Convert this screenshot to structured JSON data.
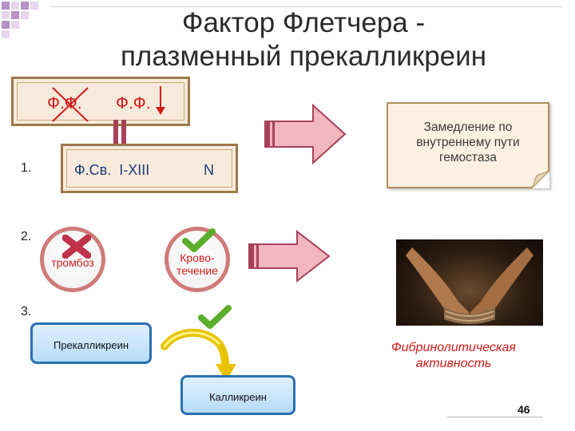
{
  "slide": {
    "title_line1": "Фактор Флетчера -",
    "title_line2": "плазменный прекалликреин",
    "ff_left": "Ф.Ф.",
    "ff_right": "Ф.Ф.",
    "num1": "1.",
    "num2": "2.",
    "num3": "3.",
    "row1_text": "Ф.Св.  I-XIII",
    "row1_n": "N",
    "note": "Замедление по внутреннему пути гемостаза",
    "circle_left": "тромбоз",
    "circle_right": "Крово-течение",
    "prekallikrein": "Прекалликреин",
    "kallikrein": "Калликреин",
    "fibrinolytic": "Фибринолитическая активность",
    "page_number": "46"
  },
  "colors": {
    "red_text": "#d21a1a",
    "box_border": "#9a7a4a",
    "arrow_fill": "#f2b6bf",
    "arrow_stroke": "#a8425a",
    "check_green": "#5aae2a",
    "cross_red": "#c0324a",
    "pill_border": "#2b6fb0"
  },
  "icons": {
    "cross": "cross-icon",
    "check": "check-icon",
    "arrow_right": "arrow-right-icon",
    "curved_arrow": "curved-arrow-icon"
  }
}
